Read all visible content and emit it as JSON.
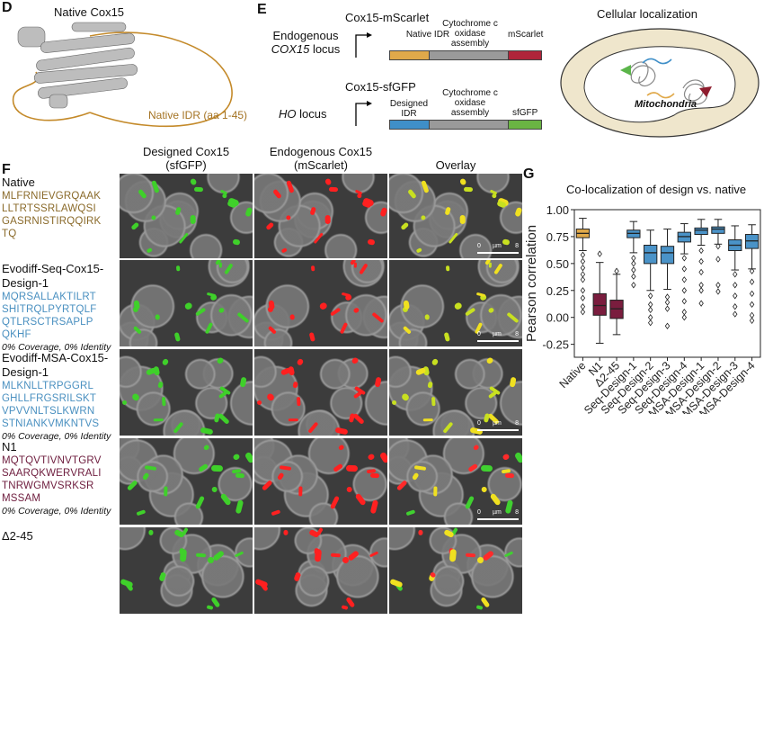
{
  "panel_d": {
    "label": "D",
    "title": "Native Cox15",
    "idr_label": "Native IDR (aa 1-45)"
  },
  "panel_e": {
    "label": "E",
    "construct1": {
      "name": "Cox15-mScarlet",
      "locus_line1": "Endogenous",
      "locus_line2": "COX15",
      "locus_line2b": " locus",
      "seg1": "Native IDR",
      "seg2_l1": "Cytochrome c",
      "seg2_l2": "oxidase",
      "seg2_l3": "assembly",
      "seg3": "mScarlet"
    },
    "construct2": {
      "name": "Cox15-sfGFP",
      "locus_a": "HO",
      "locus_b": " locus",
      "seg1_l1": "Designed",
      "seg1_l2": "IDR",
      "seg2_l1": "Cytochrome c",
      "seg2_l2": "oxidase",
      "seg2_l3": "assembly",
      "seg3": "sfGFP"
    },
    "localization_title": "Cellular localization",
    "organelle": "Mitochondria",
    "colors": {
      "native_idr": "#e0a94a",
      "core": "#9a9a9a",
      "mscarlet": "#b0243a",
      "designed_idr": "#3f8fc8",
      "sfgfp": "#6ab443"
    }
  },
  "panel_f": {
    "label": "F",
    "columns": [
      "Designed Cox15\n(sfGFP)",
      "Endogenous Cox15\n(mScarlet)",
      "Overlay"
    ],
    "col_titles": [
      {
        "l1": "Designed Cox15",
        "l2": "(sfGFP)"
      },
      {
        "l1": "Endogenous Cox15",
        "l2": "(mScarlet)"
      },
      {
        "l1": "Overlay",
        "l2": ""
      }
    ],
    "scale_bar": {
      "start": "0",
      "unit": "µm",
      "end": "8"
    },
    "rows": [
      {
        "name_l1": "Native",
        "name_l2": "",
        "seq": [
          "MLFRNIEVGRQAAK",
          "LLTRTSSRLAWQSI",
          "GASRNISTIRQQIRK",
          "TQ"
        ],
        "note": "",
        "color": "#8a6a2a"
      },
      {
        "name_l1": "Evodiff-Seq-Cox15-",
        "name_l2": "Design-1",
        "seq": [
          "MQRSALLAKTILRT",
          "SHITRQLPYRTQLF",
          "QTLRSCTRSAPLP",
          "QKHF"
        ],
        "note": "0% Coverage, 0% Identity",
        "color": "#4a90c0"
      },
      {
        "name_l1": "Evodiff-MSA-Cox15-",
        "name_l2": "Design-1",
        "seq": [
          "MLKNLLTRPGGRL",
          "GHLLFRGSRILSKT",
          "VPVVNLTSLKWRN",
          "STNIANKVMKNTVS"
        ],
        "note": "0% Coverage, 0% Identity",
        "color": "#4a90c0"
      },
      {
        "name_l1": "N1",
        "name_l2": "",
        "seq": [
          "MQTQVTIVNVTGRV",
          "SAARQKWERVRALI",
          "TNRWGMVSRKSR",
          "MSSAM"
        ],
        "note": "0% Coverage, 0% Identity",
        "color": "#6e1d3e"
      },
      {
        "name_l1": "Δ2-45",
        "name_l2": "",
        "seq": [],
        "note": "",
        "color": "#111111"
      }
    ]
  },
  "chart_data": {
    "type": "box",
    "label": "G",
    "title": "Co-localization of design vs. native",
    "ylabel": "Pearson correlation",
    "xlabel": "",
    "ylim": [
      -0.37,
      1.0
    ],
    "yticks": [
      "1.00",
      "0.75",
      "0.50",
      "0.25",
      "0.00",
      "-0.25"
    ],
    "ytick_values": [
      1.0,
      0.75,
      0.5,
      0.25,
      0.0,
      -0.25
    ],
    "categories": [
      "Native",
      "N1",
      "Δ2-45",
      "Seq-Design-1",
      "Seq-Design-2",
      "Seq-Design-3",
      "Seq-Design-4",
      "MSA-Design-1",
      "MSA-Design-2",
      "MSA-Design-3",
      "MSA-Design-4"
    ],
    "colors": [
      "#e0a94a",
      "#7a1d3e",
      "#7a1d3e",
      "#4a93c8",
      "#4a93c8",
      "#4a93c8",
      "#4a93c8",
      "#4a93c8",
      "#4a93c8",
      "#4a93c8",
      "#4a93c8"
    ],
    "boxes": [
      {
        "min": 0.62,
        "q1": 0.74,
        "median": 0.78,
        "q3": 0.82,
        "max": 0.92,
        "outliers": [
          0.58,
          0.52,
          0.46,
          0.4,
          0.35,
          0.25,
          0.18,
          0.1,
          0.05
        ]
      },
      {
        "min": -0.24,
        "q1": 0.02,
        "median": 0.11,
        "q3": 0.22,
        "max": 0.51,
        "outliers": [
          0.59
        ]
      },
      {
        "min": -0.16,
        "q1": -0.01,
        "median": 0.08,
        "q3": 0.16,
        "max": 0.4,
        "outliers": [
          0.43
        ]
      },
      {
        "min": 0.6,
        "q1": 0.74,
        "median": 0.78,
        "q3": 0.81,
        "max": 0.89,
        "outliers": [
          0.55,
          0.5,
          0.44,
          0.38,
          0.3
        ]
      },
      {
        "min": 0.25,
        "q1": 0.5,
        "median": 0.6,
        "q3": 0.67,
        "max": 0.81,
        "outliers": [
          0.2,
          0.12,
          0.07,
          0.0,
          -0.05
        ]
      },
      {
        "min": 0.26,
        "q1": 0.5,
        "median": 0.6,
        "q3": 0.66,
        "max": 0.82,
        "outliers": [
          0.19,
          0.14,
          0.08,
          -0.08
        ]
      },
      {
        "min": 0.59,
        "q1": 0.7,
        "median": 0.75,
        "q3": 0.79,
        "max": 0.87,
        "outliers": [
          0.55,
          0.45,
          0.35,
          0.25,
          0.15,
          0.05,
          0.0
        ]
      },
      {
        "min": 0.67,
        "q1": 0.77,
        "median": 0.81,
        "q3": 0.83,
        "max": 0.91,
        "outliers": [
          0.62,
          0.52,
          0.42,
          0.3,
          0.25,
          0.13
        ]
      },
      {
        "min": 0.68,
        "q1": 0.78,
        "median": 0.82,
        "q3": 0.84,
        "max": 0.91,
        "outliers": [
          0.66,
          0.54,
          0.3,
          0.24
        ]
      },
      {
        "min": 0.44,
        "q1": 0.62,
        "median": 0.67,
        "q3": 0.72,
        "max": 0.85,
        "outliers": [
          0.4,
          0.3,
          0.2,
          0.1,
          0.03
        ]
      },
      {
        "min": 0.45,
        "q1": 0.64,
        "median": 0.71,
        "q3": 0.77,
        "max": 0.86,
        "outliers": [
          0.43,
          0.33,
          0.22,
          0.12,
          0.02,
          -0.03
        ]
      }
    ],
    "grid": false,
    "legend": "none"
  }
}
